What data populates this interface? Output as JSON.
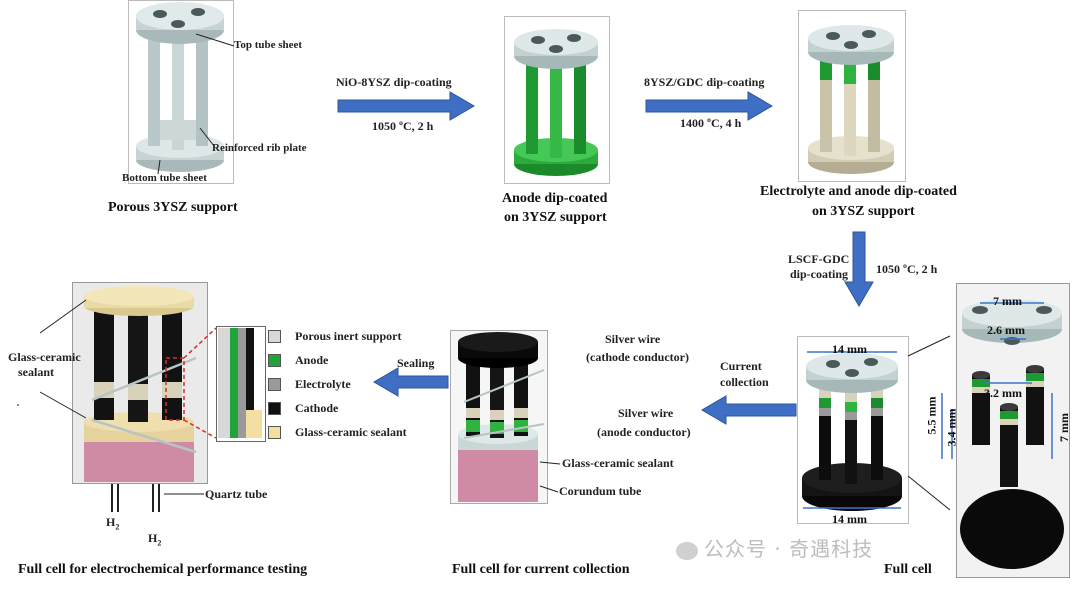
{
  "stage1": {
    "caption": "Porous 3YSZ support",
    "labels": {
      "top": "Top tube sheet",
      "rib": "Reinforced rib plate",
      "bottom": "Bottom tube sheet"
    }
  },
  "step1": {
    "process": "NiO-8YSZ dip-coating",
    "condition": "1050 ºC, 2 h"
  },
  "stage2": {
    "caption_line1": "Anode dip-coated",
    "caption_line2": "on 3YSZ support"
  },
  "step2": {
    "process": "8YSZ/GDC dip-coating",
    "condition": "1400 ºC, 4 h"
  },
  "stage3": {
    "caption_line1": "Electrolyte and anode dip-coated",
    "caption_line2": "on 3YSZ support"
  },
  "step3": {
    "process_line1": "LSCF-GDC",
    "process_line2": "dip-coating",
    "condition": "1050 ºC, 2 h"
  },
  "stage4": {
    "caption": "Full cell",
    "dims": {
      "top_width": "14 mm",
      "bottom_width": "14 mm",
      "hole": "7 mm",
      "gap": "2.6 mm",
      "tube_diam": "3.2 mm",
      "h1": "5.5 mm",
      "h2": "3.4 mm",
      "h3": "7 mm"
    }
  },
  "step4": {
    "process_line1": "Current",
    "process_line2": "collection"
  },
  "stage5": {
    "caption": "Full cell for current collection",
    "labels": {
      "cathode_wire_1": "Silver wire",
      "cathode_wire_2": "(cathode conductor)",
      "anode_wire_1": "Silver wire",
      "anode_wire_2": "(anode conductor)",
      "sealant": "Glass-ceramic sealant",
      "tube": "Corundum tube"
    }
  },
  "step5": {
    "process": "Sealing"
  },
  "legend": {
    "items": [
      {
        "label": "Porous inert support",
        "color": "#d8d8d8"
      },
      {
        "label": "Anode",
        "color": "#1fa33a"
      },
      {
        "label": "Electrolyte",
        "color": "#9a9a9a"
      },
      {
        "label": "Cathode",
        "color": "#111111"
      },
      {
        "label": "Glass-ceramic sealant",
        "color": "#f3dfa2"
      }
    ]
  },
  "stage6": {
    "caption": "Full cell for electrochemical performance testing",
    "labels": {
      "sealant_1": "Glass-ceramic",
      "sealant_2": "sealant",
      "quartz": "Quartz tube",
      "h2_out": "H",
      "h2_in": "H",
      "sub": "2"
    }
  },
  "watermark": "公众号 · 奇遇科技"
}
